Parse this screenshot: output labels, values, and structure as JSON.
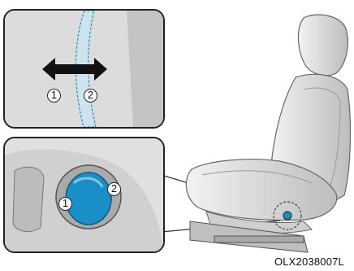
{
  "top_panel": {
    "labels": {
      "one": "1",
      "two": "2"
    }
  },
  "bottom_panel": {
    "labels": {
      "one": "1",
      "two": "2"
    }
  },
  "figure_code": "OLX2038007L"
}
